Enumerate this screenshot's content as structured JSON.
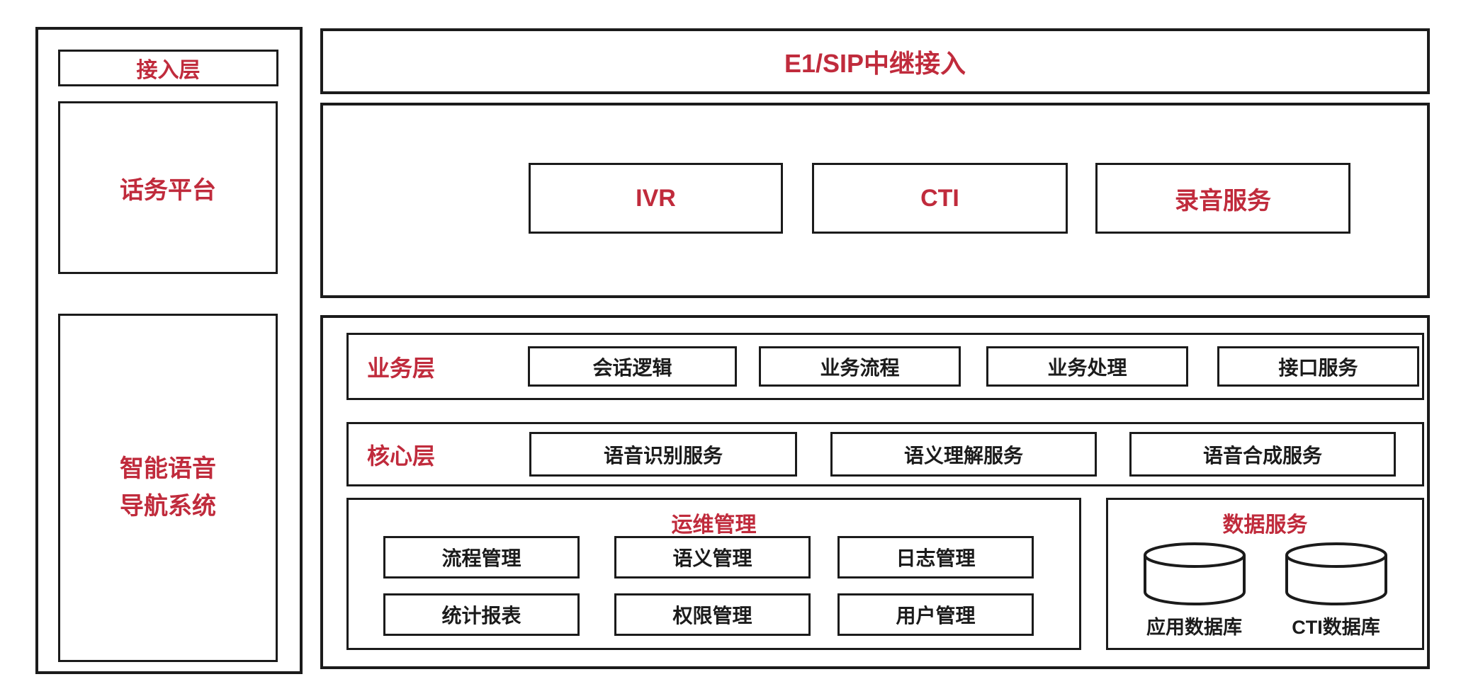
{
  "colors": {
    "accent": "#c02b3c",
    "border": "#1b1b1b",
    "background": "#ffffff"
  },
  "left_panel": {
    "access_layer": "接入层",
    "telephony_platform": "话务平台",
    "nav_system_line1": "智能语音",
    "nav_system_line2": "导航系统"
  },
  "right": {
    "trunk_bar": "E1/SIP中继接入",
    "platform": {
      "items": [
        {
          "label": "IVR"
        },
        {
          "label": "CTI"
        },
        {
          "label": "录音服务"
        }
      ]
    },
    "business_layer": {
      "label": "业务层",
      "items": [
        "会话逻辑",
        "业务流程",
        "业务处理",
        "接口服务"
      ]
    },
    "core_layer": {
      "label": "核心层",
      "items": [
        "语音识别服务",
        "语义理解服务",
        "语音合成服务"
      ]
    },
    "ops": {
      "title": "运维管理",
      "items": [
        "流程管理",
        "语义管理",
        "日志管理",
        "统计报表",
        "权限管理",
        "用户管理"
      ]
    },
    "data_service": {
      "title": "数据服务",
      "databases": [
        "应用数据库",
        "CTI数据库"
      ]
    }
  }
}
